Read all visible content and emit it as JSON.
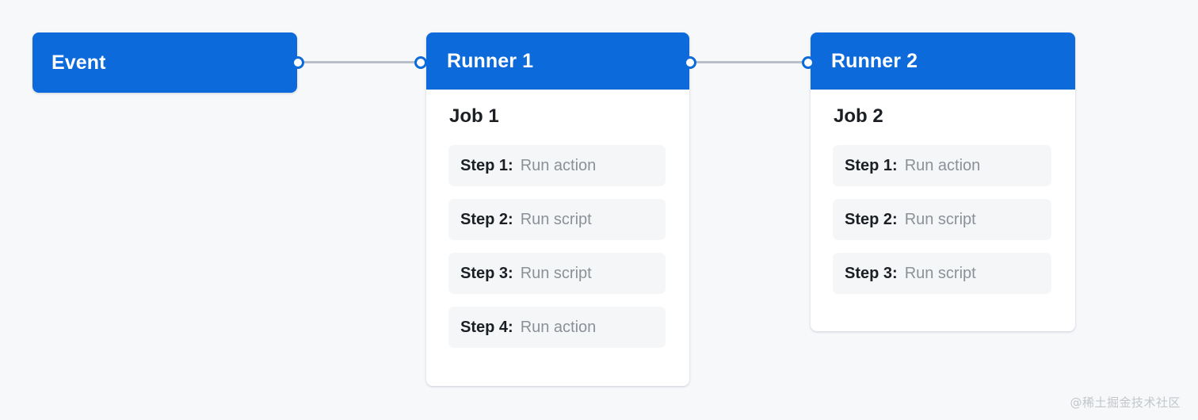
{
  "diagram": {
    "background_color": "#f7f8fa",
    "accent_color": "#0d6adb",
    "event": {
      "label": "Event"
    },
    "runners": [
      {
        "title": "Runner 1",
        "job_title": "Job 1",
        "steps": [
          {
            "num": "Step 1:",
            "action": "Run action"
          },
          {
            "num": "Step 2:",
            "action": "Run script"
          },
          {
            "num": "Step 3:",
            "action": "Run script"
          },
          {
            "num": "Step 4:",
            "action": "Run action"
          }
        ]
      },
      {
        "title": "Runner 2",
        "job_title": "Job 2",
        "steps": [
          {
            "num": "Step 1:",
            "action": "Run action"
          },
          {
            "num": "Step 2:",
            "action": "Run script"
          },
          {
            "num": "Step 3:",
            "action": "Run script"
          }
        ]
      }
    ],
    "connectors": [
      {
        "from": "Event",
        "to": "Runner 1"
      },
      {
        "from": "Runner 1",
        "to": "Runner 2"
      }
    ]
  },
  "watermark": {
    "text": "@稀土掘金技术社区"
  }
}
